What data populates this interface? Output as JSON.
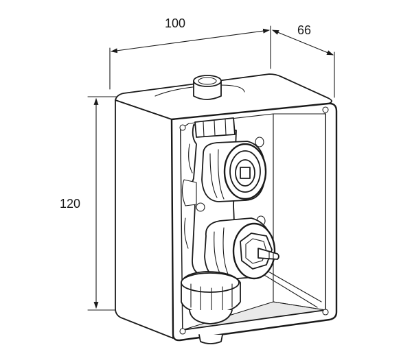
{
  "dimensions": {
    "width": "100",
    "depth": "66",
    "height": "120"
  },
  "colors": {
    "line": "#1a1a1a",
    "background": "#ffffff",
    "shade": "#e9e9e9"
  }
}
